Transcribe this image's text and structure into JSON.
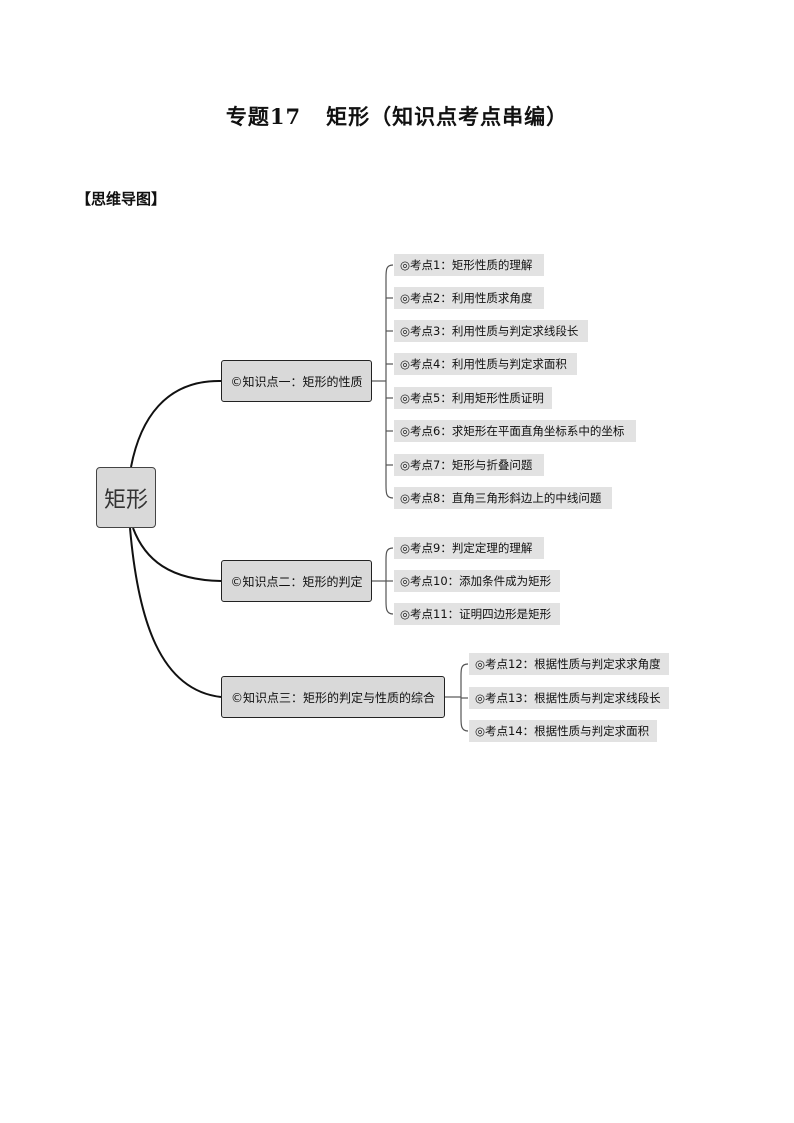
{
  "document": {
    "title": "专题17   矩形（知识点考点串编）",
    "section_heading": "【思维导图】"
  },
  "mindmap": {
    "root": "矩形",
    "branches": [
      {
        "label": "©知识点一：矩形的性质",
        "points": [
          "◎考点1：矩形性质的理解",
          "◎考点2：利用性质求角度",
          "◎考点3：利用性质与判定求线段长",
          "◎考点4：利用性质与判定求面积",
          "◎考点5：利用矩形性质证明",
          "◎考点6：求矩形在平面直角坐标系中的坐标",
          "◎考点7：矩形与折叠问题",
          "◎考点8：直角三角形斜边上的中线问题"
        ]
      },
      {
        "label": "©知识点二：矩形的判定",
        "points": [
          "◎考点9：判定定理的理解",
          "◎考点10：添加条件成为矩形",
          "◎考点11：证明四边形是矩形"
        ]
      },
      {
        "label": "©知识点三：矩形的判定与性质的综合",
        "points": [
          "◎考点12：根据性质与判定求求角度",
          "◎考点13：根据性质与判定求线段长",
          "◎考点14：根据性质与判定求面积"
        ]
      }
    ]
  }
}
